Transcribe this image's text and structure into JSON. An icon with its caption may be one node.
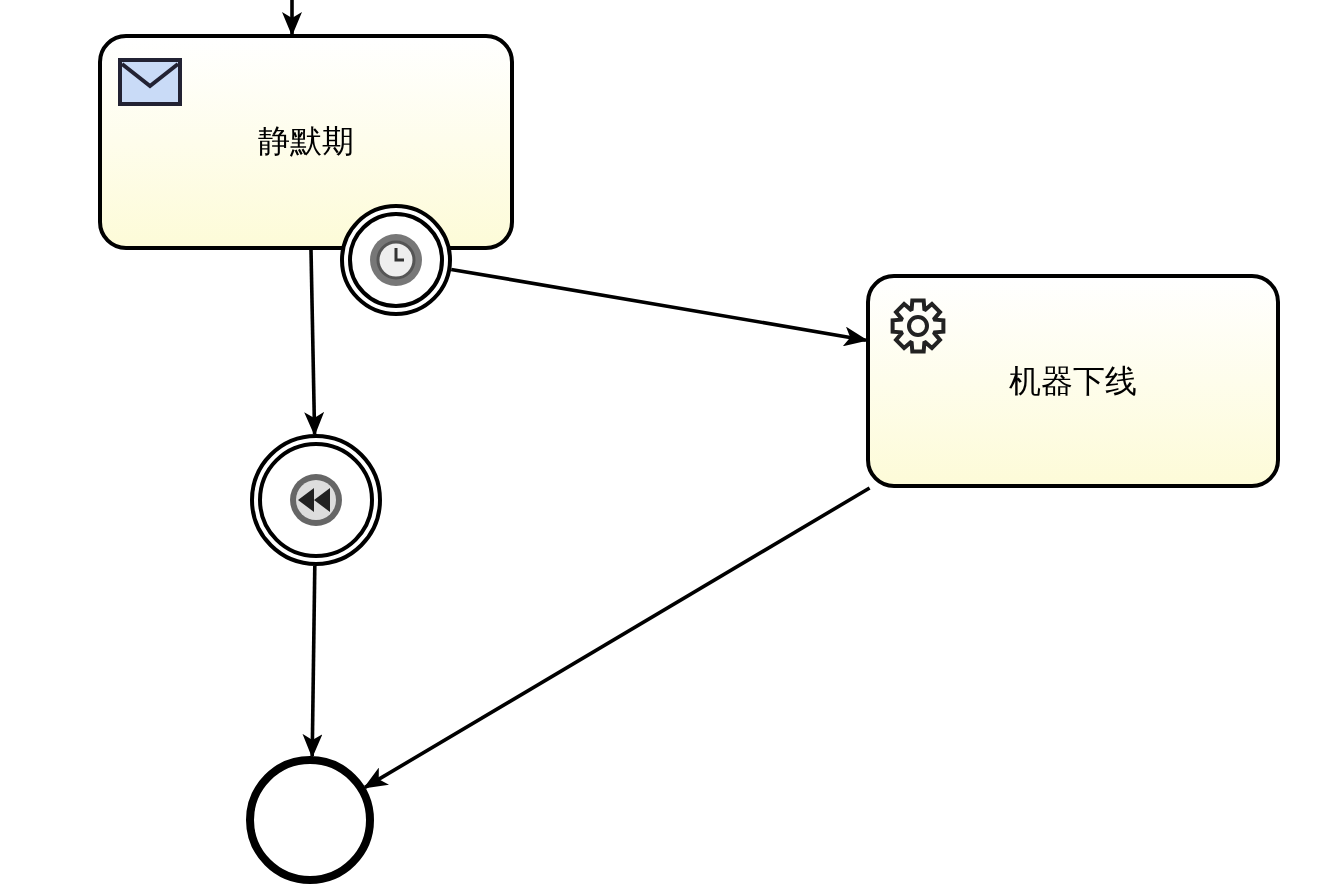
{
  "diagram": {
    "nodes": [
      {
        "text": [
          "静默期"
        ]
      },
      {
        "text": [],
        "shape": "circle"
      },
      {
        "text": [
          "机器下线"
        ]
      },
      {
        "text": [],
        "shape": "circle"
      },
      {
        "text": [],
        "shape": "circle"
      }
    ],
    "edges": [
      {
        "from": null,
        "to": 0,
        "arrow": "to"
      },
      {
        "from": 0,
        "to": 3,
        "arrow": "to"
      },
      {
        "from": 1,
        "to": 2,
        "arrow": "to"
      },
      {
        "from": 3,
        "to": 4,
        "arrow": "to"
      },
      {
        "from": 2,
        "to": 4,
        "arrow": "to"
      }
    ]
  }
}
